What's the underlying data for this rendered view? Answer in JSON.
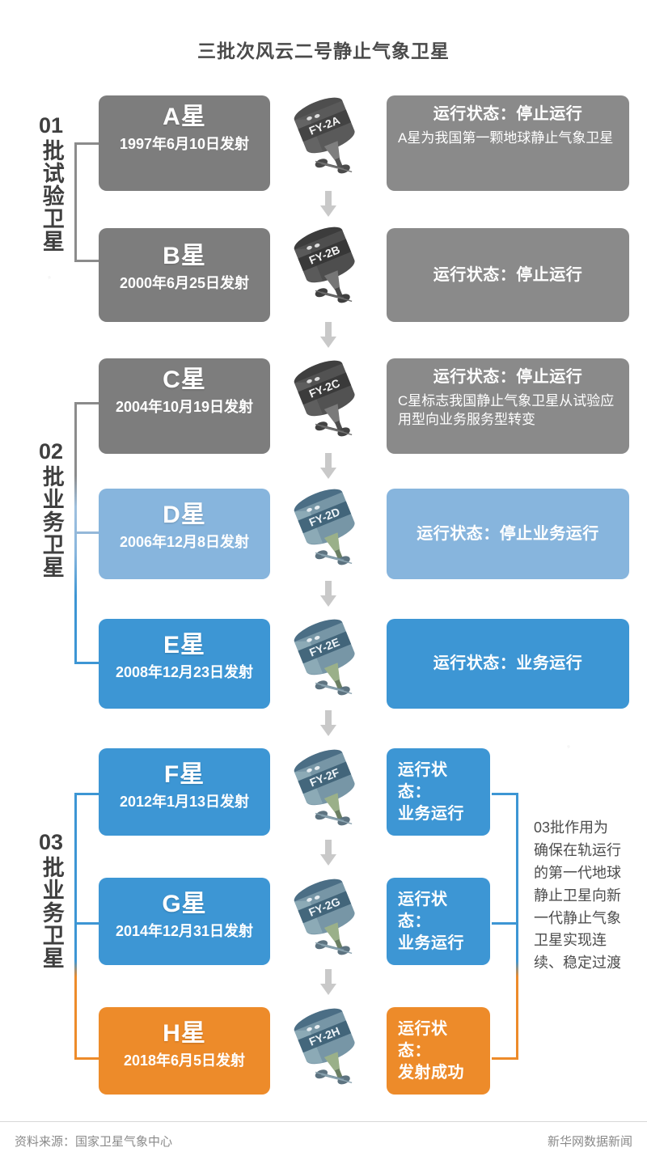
{
  "title": "三批次风云二号静止气象卫星",
  "groups": [
    {
      "number": "01",
      "label": "批试验卫星"
    },
    {
      "number": "02",
      "label": "批业务卫星"
    },
    {
      "number": "03",
      "label": "批业务卫星"
    }
  ],
  "satellites": [
    {
      "name": "A星",
      "date": "1997年6月10日发射",
      "model": "FY-2A",
      "status": "运行状态：停止运行",
      "desc": "A星为我国第一颗地球静止气象卫星",
      "color": "#7d7d7d"
    },
    {
      "name": "B星",
      "date": "2000年6月25日发射",
      "model": "FY-2B",
      "status": "运行状态：停止运行",
      "desc": "",
      "color": "#7d7d7d"
    },
    {
      "name": "C星",
      "date": "2004年10月19日发射",
      "model": "FY-2C",
      "status": "运行状态：停止运行",
      "desc": "C星标志我国静止气象卫星从试验应用型向业务服务型转变",
      "color": "#7d7d7d"
    },
    {
      "name": "D星",
      "date": "2006年12月8日发射",
      "model": "FY-2D",
      "status": "运行状态：停止业务运行",
      "desc": "",
      "color": "#87b5dd"
    },
    {
      "name": "E星",
      "date": "2008年12月23日发射",
      "model": "FY-2E",
      "status": "运行状态：业务运行",
      "desc": "",
      "color": "#3d96d4"
    },
    {
      "name": "F星",
      "date": "2012年1月13日发射",
      "model": "FY-2F",
      "status": "运行状态：\n业务运行",
      "desc": "",
      "color": "#3d96d4"
    },
    {
      "name": "G星",
      "date": "2014年12月31日发射",
      "model": "FY-2G",
      "status": "运行状态：\n业务运行",
      "desc": "",
      "color": "#3d96d4"
    },
    {
      "name": "H星",
      "date": "2018年6月5日发射",
      "model": "FY-2H",
      "status": "运行状态：\n发射成功",
      "desc": "",
      "color": "#ed8b2a"
    }
  ],
  "right_note": "03批作用为确保在轨运行的第一代地球静止卫星向新一代静止气象卫星实现连续、稳定过渡",
  "footer": {
    "source": "资料来源：国家卫星气象中心",
    "brand": "新华网数据新闻"
  },
  "colors": {
    "gray": "#7d7d7d",
    "light_blue": "#87b5dd",
    "blue": "#3d96d4",
    "orange": "#ed8b2a",
    "arrow": "#c9c9c9",
    "text_dark": "#4a4a4a"
  }
}
